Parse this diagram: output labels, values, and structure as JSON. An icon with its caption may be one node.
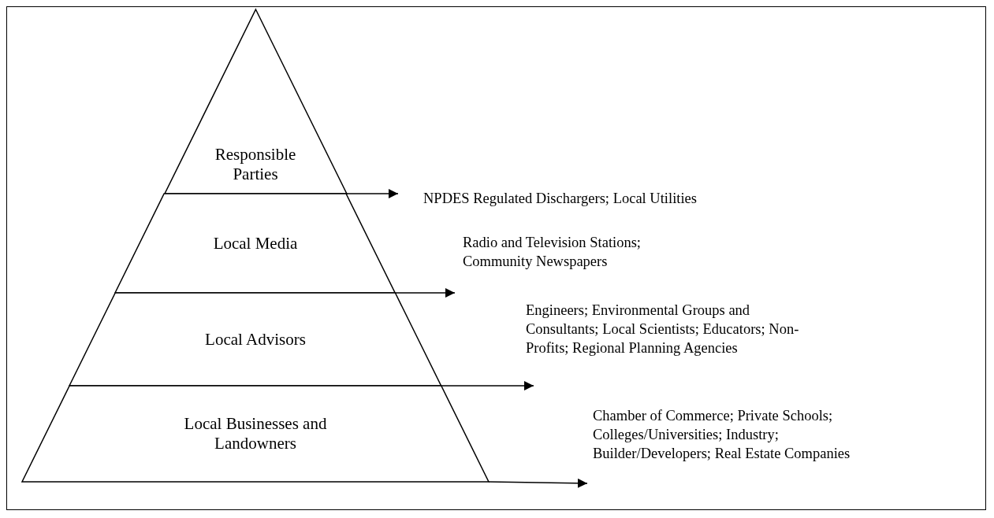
{
  "diagram": {
    "nodes": [
      {
        "text": [
          "Responsible Parties"
        ]
      },
      {
        "text": [
          "Local Media"
        ]
      },
      {
        "text": [
          "Local Advisors"
        ]
      },
      {
        "text": [
          "Local Businesses and Landowners"
        ]
      },
      {
        "text": [
          "NPDES Regulated Dischargers; Local Utilities"
        ]
      },
      {
        "text": [
          "Radio and Television Stations; Community Newspapers"
        ]
      },
      {
        "text": [
          "Engineers; Environmental Groups and Consultants; Local Scientists; Educators; Non-Profits; Regional Planning Agencies"
        ]
      },
      {
        "text": [
          "Chamber of Commerce; Private Schools; Colleges/Universities; Industry; Builder/Developers; Real Estate Companies"
        ]
      }
    ],
    "edges": [
      {
        "from": 0,
        "to": 4,
        "arrow": "to"
      },
      {
        "from": 1,
        "to": 5,
        "arrow": "to"
      },
      {
        "from": 2,
        "to": 6,
        "arrow": "to"
      },
      {
        "from": 3,
        "to": 7,
        "arrow": "to"
      }
    ]
  }
}
